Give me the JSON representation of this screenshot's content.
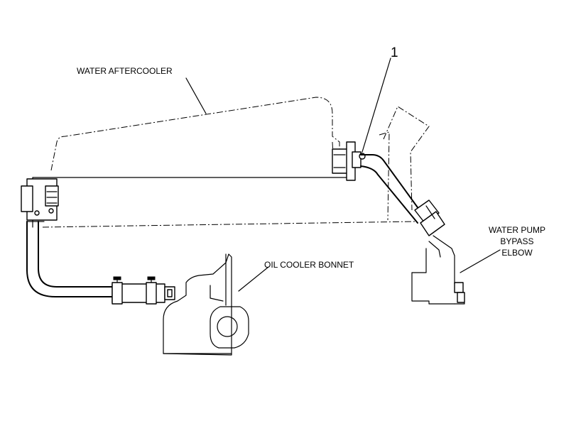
{
  "labels": {
    "water_aftercooler": "WATER AFTERCOOLER",
    "callout_number": "1",
    "oil_cooler_bonnet": "OIL COOLER BONNET",
    "water_pump_line1": "WATER PUMP",
    "water_pump_line2": "BYPASS",
    "water_pump_line3": "ELBOW"
  }
}
